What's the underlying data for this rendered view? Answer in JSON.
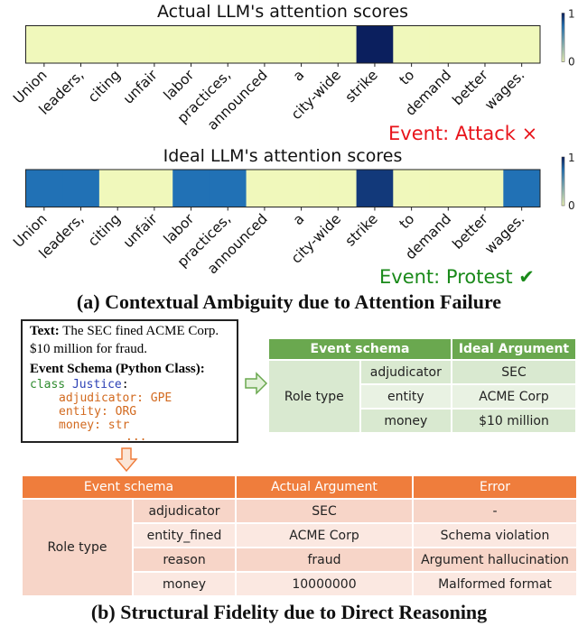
{
  "heatmaps": [
    {
      "title": "Actual LLM's attention scores",
      "values": [
        0,
        0,
        0,
        0,
        0,
        0,
        0,
        0,
        0,
        1,
        0,
        0,
        0,
        0
      ],
      "event": "Event: Attack ×",
      "event_color": "#e8141b"
    },
    {
      "title": "Ideal LLM's attention scores",
      "values": [
        0.75,
        0.75,
        0,
        0,
        0.75,
        0.75,
        0,
        0,
        0,
        0.92,
        0,
        0,
        0,
        0.75
      ],
      "event": "Event: Protest ✔",
      "event_color": "#1a8a1a"
    }
  ],
  "tokens": [
    "Union",
    "leaders,",
    "citing",
    "unfair",
    "labor",
    "practices,",
    "announced",
    "a",
    "city-wide",
    "strike",
    "to",
    "demand",
    "better",
    "wages."
  ],
  "colorbar": {
    "max": "1",
    "min": "0"
  },
  "caption_a": "(a) Contextual Ambiguity due to Attention Failure",
  "input": {
    "text_label": "Text:",
    "text": " The SEC fined ACME Corp. $10 million for fraud.",
    "schema_label": "Event Schema (Python Class):",
    "class_kw": "class",
    "class_name": "Justice",
    "colon": ":",
    "fields": [
      "adjudicator: GPE",
      "entity: ORG",
      "money: str"
    ],
    "ellipsis": "..."
  },
  "ideal_table": {
    "headers": [
      "Event schema",
      "Ideal Argument"
    ],
    "group": "Role type",
    "rows": [
      [
        "adjudicator",
        "SEC"
      ],
      [
        "entity",
        "ACME Corp"
      ],
      [
        "money",
        "$10 million"
      ]
    ]
  },
  "actual_table": {
    "headers": [
      "Event schema",
      "Actual Argument",
      "Error"
    ],
    "group": "Role type",
    "rows": [
      [
        "adjudicator",
        "SEC",
        "-"
      ],
      [
        "entity_fined",
        "ACME Corp",
        "Schema violation"
      ],
      [
        "reason",
        "fraud",
        "Argument hallucination"
      ],
      [
        "money",
        "10000000",
        "Malformed format"
      ]
    ]
  },
  "caption_b": "(b) Structural Fidelity due to Direct Reasoning",
  "colors": {
    "low": "#f0f8bb",
    "mid": "#2171b5",
    "high": "#0b1f5e",
    "green": "#6aa84f",
    "orange": "#ef7d3c"
  }
}
